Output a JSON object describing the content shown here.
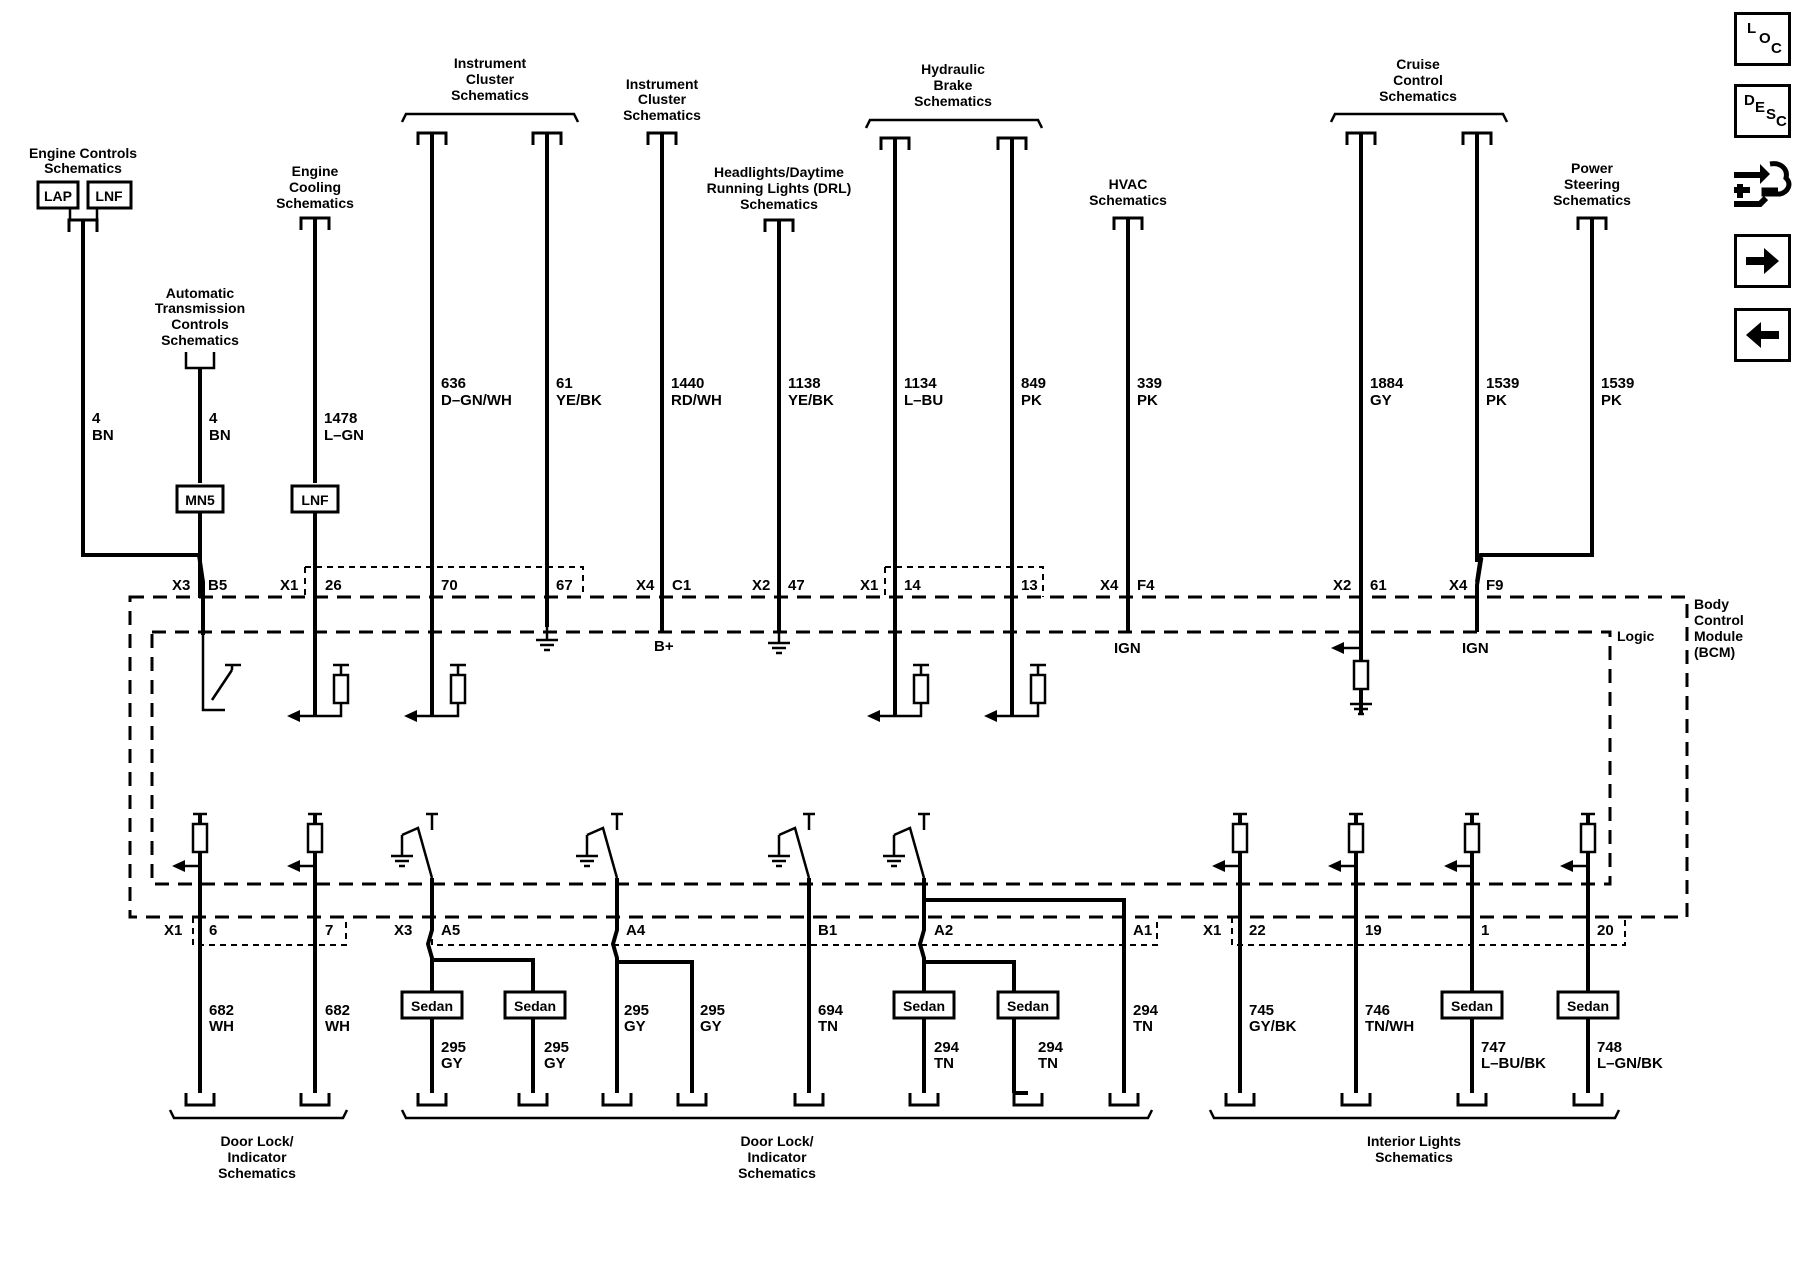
{
  "module": {
    "name": "Body Control Module (BCM)",
    "logic": "Logic",
    "b_plus": "B+",
    "ign": "IGN"
  },
  "nav": {
    "loc_letters": [
      "L",
      "O",
      "C"
    ],
    "desc_letters": [
      "D",
      "E",
      "S",
      "C"
    ],
    "icons": [
      "location-icon",
      "description-icon",
      "connector-tool-icon",
      "next-arrow-icon",
      "previous-arrow-icon"
    ]
  },
  "top": {
    "engine_controls": {
      "title": "Engine Controls\nSchematics",
      "options": [
        "LAP",
        "LNF"
      ],
      "circuit": "4",
      "color": "BN"
    },
    "auto_trans": {
      "title": "Automatic\nTransmission\nControls\nSchematics",
      "circuit": "4",
      "color": "BN",
      "option": "MN5",
      "connector": "X3",
      "pin": "B5"
    },
    "engine_cooling": {
      "title": "Engine\nCooling\nSchematics",
      "circuit": "1478",
      "color": "L–GN",
      "option": "LNF",
      "connector": "X1",
      "pin": "26"
    },
    "instrument_cluster_1": {
      "title": "Instrument\nCluster\nSchematics",
      "wires": [
        {
          "circuit": "636",
          "color": "D–GN/WH",
          "pin": "70"
        },
        {
          "circuit": "61",
          "color": "YE/BK",
          "pin": "67"
        }
      ]
    },
    "instrument_cluster_2": {
      "title": "Instrument\nCluster\nSchematics",
      "circuit": "1440",
      "color": "RD/WH",
      "connector": "X4",
      "pin": "C1"
    },
    "headlights": {
      "title": "Headlights/Daytime\nRunning Lights (DRL)\nSchematics",
      "circuit": "1138",
      "color": "YE/BK",
      "connector": "X2",
      "pin": "47"
    },
    "hydraulic_brake": {
      "title": "Hydraulic\nBrake\nSchematics",
      "wires": [
        {
          "circuit": "1134",
          "color": "L–BU",
          "pin": "14"
        },
        {
          "circuit": "849",
          "color": "PK",
          "pin": "13"
        }
      ],
      "connector": "X1"
    },
    "hvac": {
      "title": "HVAC\nSchematics",
      "circuit": "339",
      "color": "PK",
      "connector": "X4",
      "pin": "F4"
    },
    "cruise_control": {
      "title": "Cruise\nControl\nSchematics",
      "wires": [
        {
          "circuit": "1884",
          "color": "GY",
          "pin": "61",
          "connector": "X2"
        },
        {
          "circuit": "1539",
          "color": "PK",
          "pin": "F9",
          "connector": "X4"
        }
      ]
    },
    "power_steering": {
      "title": "Power\nSteering\nSchematics",
      "circuit": "1539",
      "color": "PK"
    }
  },
  "bottom": {
    "connectors": {
      "x1a": "X1",
      "x3": "X3",
      "x1b": "X1"
    },
    "pins": [
      "6",
      "7",
      "A5",
      "A4",
      "B1",
      "A2",
      "A1",
      "22",
      "19",
      "1",
      "20"
    ],
    "option_label": "Sedan",
    "wires": [
      {
        "circuit": "682",
        "color": "WH"
      },
      {
        "circuit": "682",
        "color": "WH"
      },
      {
        "circuit": "295",
        "color": "GY"
      },
      {
        "circuit": "295",
        "color": "GY"
      },
      {
        "circuit": "295",
        "color": "GY"
      },
      {
        "circuit": "295",
        "color": "GY"
      },
      {
        "circuit": "694",
        "color": "TN"
      },
      {
        "circuit": "294",
        "color": "TN"
      },
      {
        "circuit": "294",
        "color": "TN"
      },
      {
        "circuit": "294",
        "color": "TN"
      },
      {
        "circuit": "745",
        "color": "GY/BK"
      },
      {
        "circuit": "746",
        "color": "TN/WH"
      },
      {
        "circuit": "747",
        "color": "L–BU/BK"
      },
      {
        "circuit": "748",
        "color": "L–GN/BK"
      }
    ],
    "groups": [
      {
        "title": "Door Lock/\nIndicator\nSchematics"
      },
      {
        "title": "Door Lock/\nIndicator\nSchematics"
      },
      {
        "title": "Interior Lights\nSchematics"
      }
    ]
  }
}
